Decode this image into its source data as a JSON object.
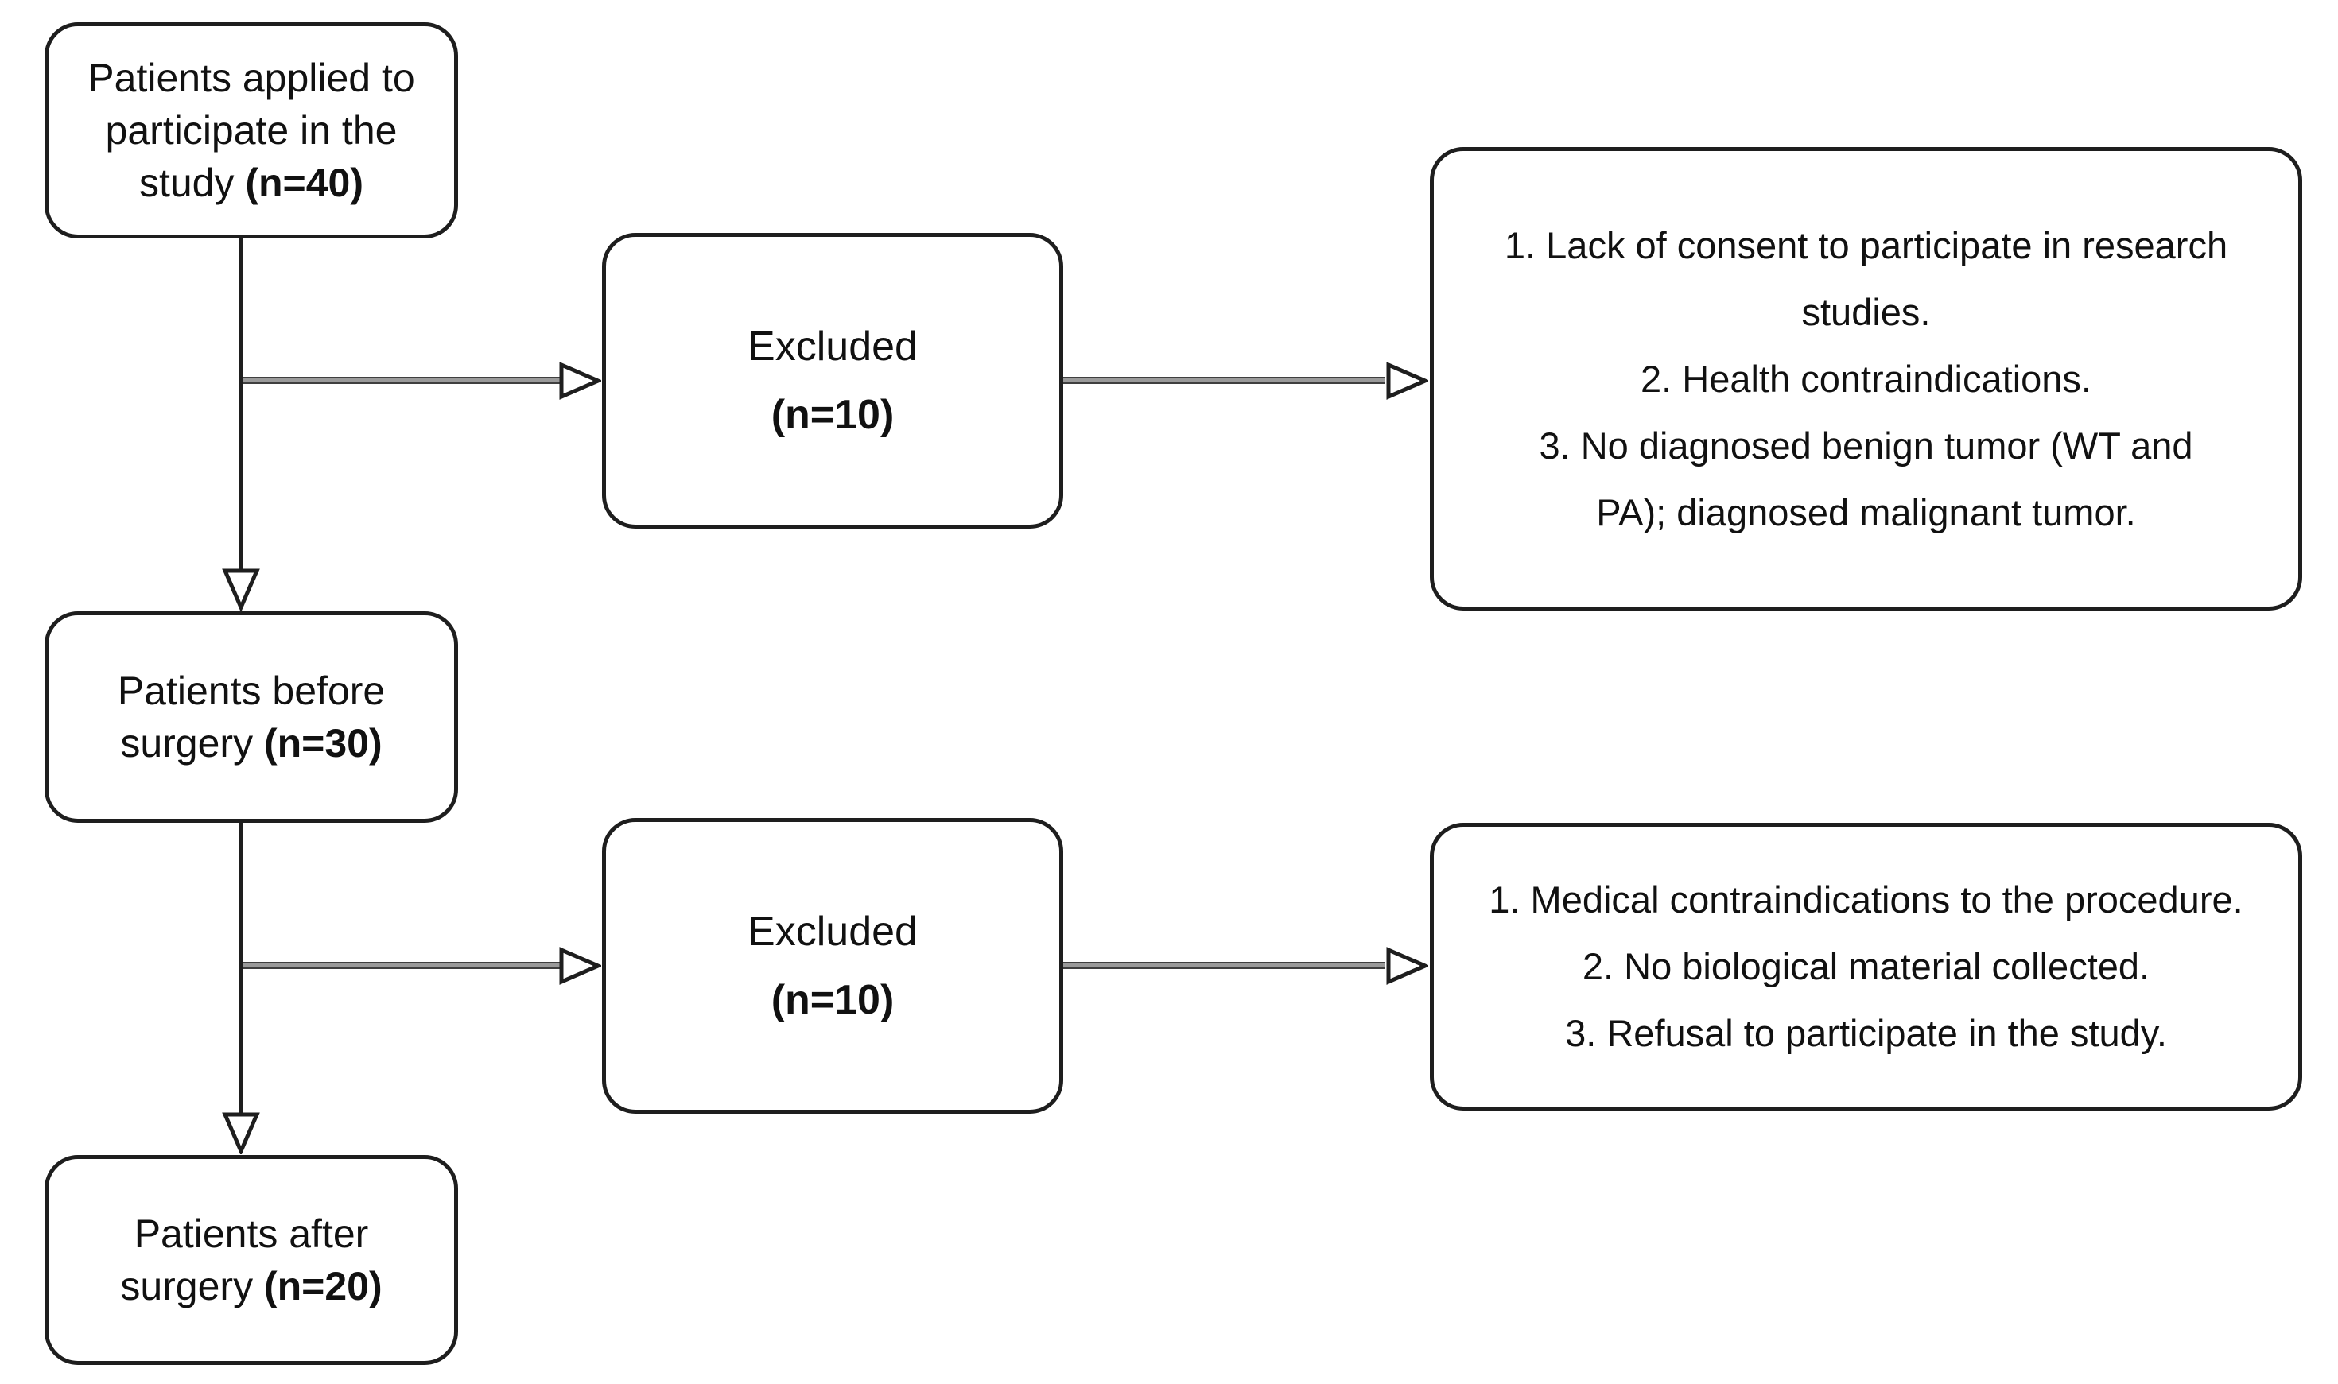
{
  "diagram": {
    "title_hint": "Patient enrollment flowchart",
    "background_color": "#ffffff",
    "box_stroke_color": "#1e1e1e",
    "connector_gray_color": "#9a9a9a",
    "nodes": {
      "applied": {
        "line1": "Patients applied to",
        "line2": "participate in the",
        "line3_prefix": "study ",
        "n": "(n=40)"
      },
      "before": {
        "line1": "Patients before",
        "line2_prefix": "surgery ",
        "n": "(n=30)"
      },
      "after": {
        "line1": "Patients after",
        "line2_prefix": "surgery ",
        "n": "(n=20)"
      },
      "excluded1": {
        "label": "Excluded",
        "n": "(n=10)"
      },
      "excluded2": {
        "label": "Excluded",
        "n": "(n=10)"
      },
      "reasons1": {
        "lines": [
          "1. Lack of consent to participate in research",
          "studies.",
          "2. Health contraindications.",
          "3. No diagnosed benign tumor (WT and",
          "PA); diagnosed malignant tumor."
        ]
      },
      "reasons2": {
        "lines": [
          "1. Medical contraindications to the procedure.",
          "2. No biological material collected.",
          "3. Refusal to participate in the study."
        ]
      }
    }
  }
}
